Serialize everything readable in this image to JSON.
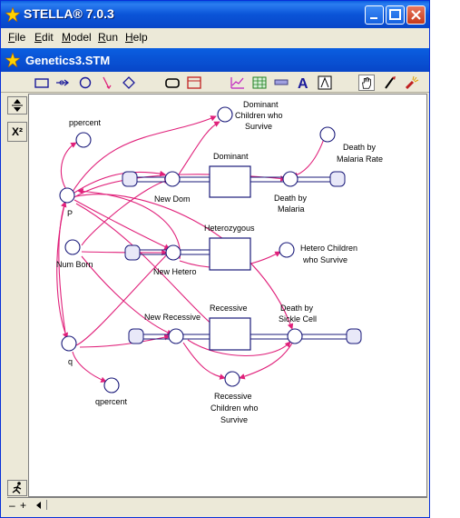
{
  "app": {
    "title": "STELLA® 7.0.3"
  },
  "menu": [
    {
      "label": "File",
      "u": "F",
      "rest": "ile"
    },
    {
      "label": "Edit",
      "u": "E",
      "rest": "dit"
    },
    {
      "label": "Model",
      "u": "M",
      "rest": "odel"
    },
    {
      "label": "Run",
      "u": "R",
      "rest": "un"
    },
    {
      "label": "Help",
      "u": "H",
      "rest": "elp"
    }
  ],
  "document": {
    "title": "Genetics3.STM"
  },
  "leftbar": {
    "exponent_label": "X²"
  },
  "diagram": {
    "stocks": {
      "dominant": "Dominant",
      "heterozygous": "Heterozygous",
      "recessive": "Recessive"
    },
    "flows": {
      "new_dom": "New Dom",
      "death_by_malaria_1": "Death by",
      "death_by_malaria_2": "Malaria",
      "new_hetero": "New Hetero",
      "new_recessive": "New Recessive",
      "death_sickle_1": "Death by",
      "death_sickle_2": "Sickle Cell"
    },
    "converters": {
      "ppercent": "ppercent",
      "p": "P",
      "num_born": "Num Born",
      "q": "q",
      "qpercent": "qpercent",
      "dom_survive_1": "Dominant",
      "dom_survive_2": "Children who",
      "dom_survive_3": "Survive",
      "malaria_rate_1": "Death by",
      "malaria_rate_2": "Malaria Rate",
      "hetero_survive_1": "Hetero Children",
      "hetero_survive_2": "who Survive",
      "rec_survive_1": "Recessive",
      "rec_survive_2": "Children who",
      "rec_survive_3": "Survive"
    }
  },
  "colors": {
    "titlebar": "#0a54d8",
    "connector": "#e0207a",
    "flow": "#1a1a7a",
    "converter_fill": "#ffffff"
  }
}
